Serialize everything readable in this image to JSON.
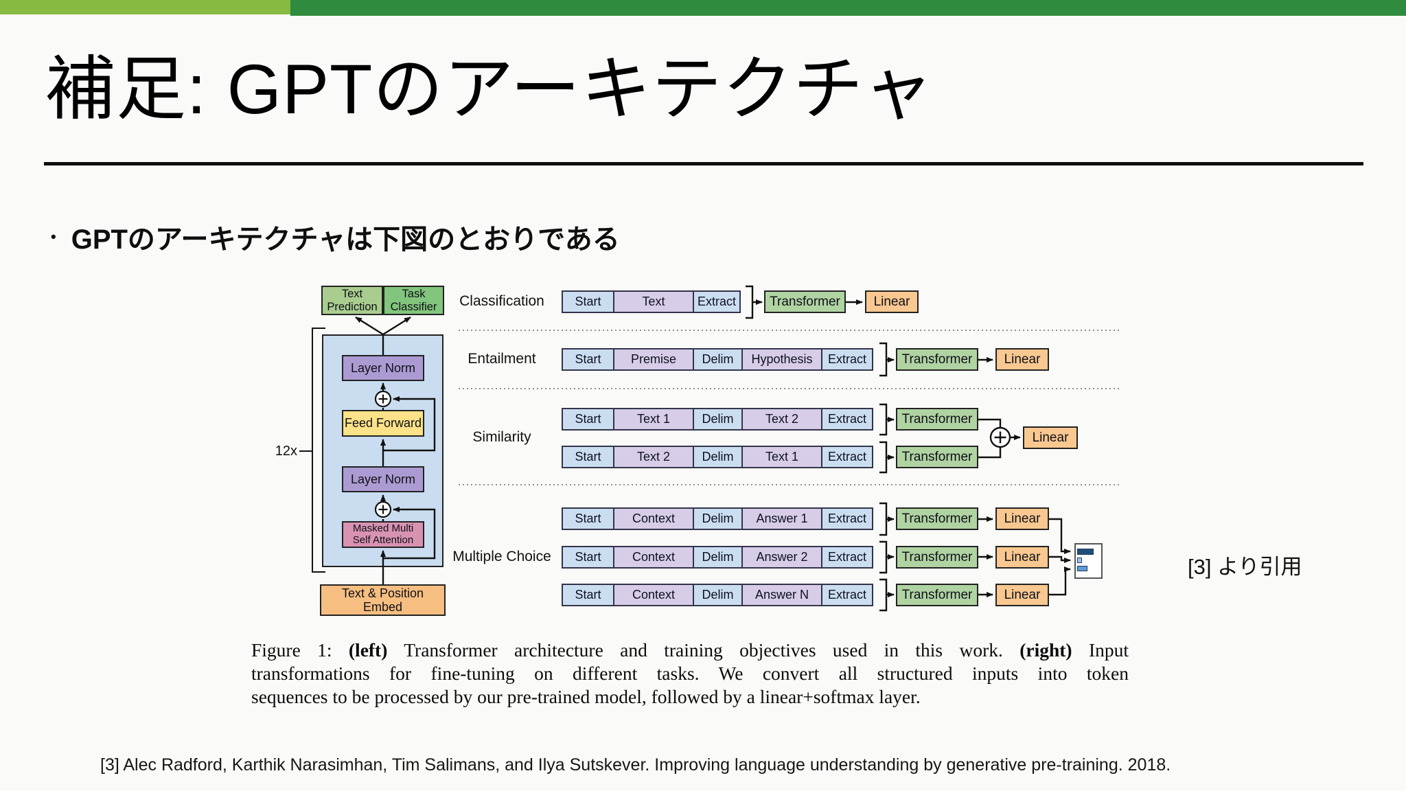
{
  "header": {
    "title": "補足: GPTのアーキテクチャ"
  },
  "bullet": {
    "marker": "•",
    "text": "GPTのアーキテクチャは下図のとおりである"
  },
  "colors": {
    "accent_bar_light_green": "#86BA40",
    "accent_bar_dark_green": "#2F8B3E",
    "text_prediction_green": "#A9CD8E",
    "task_classifier_green": "#82C57C",
    "layer_norm_purple": "#AC9BD2",
    "feed_forward_yellow": "#FBE187",
    "masked_attention_pink": "#D892B2",
    "embed_orange": "#F6BE80",
    "block_container_blue": "#C9DCF0",
    "token_blue": "#CBDEF1",
    "token_lavender": "#D7CDE8",
    "transformer_green": "#B0D3A2",
    "linear_orange": "#F8C890",
    "prob_bar_dark": "#1F4E79",
    "prob_bar_light": "#9CC3E6",
    "prob_bar_mid": "#5B9BD5"
  },
  "diagram": {
    "left": {
      "repeat_label": "12x",
      "text_prediction": "Text Prediction",
      "task_classifier": "Task Classifier",
      "layer_norm_top": "Layer Norm",
      "feed_forward": "Feed Forward",
      "layer_norm_bottom": "Layer Norm",
      "masked_attention": "Masked Multi Self Attention",
      "embed": "Text & Position Embed"
    },
    "tasks": {
      "classification": {
        "label": "Classification",
        "tokens": [
          "Start",
          "Text",
          "Extract"
        ],
        "transformer": "Transformer",
        "linear": "Linear"
      },
      "entailment": {
        "label": "Entailment",
        "tokens": [
          "Start",
          "Premise",
          "Delim",
          "Hypothesis",
          "Extract"
        ],
        "transformer": "Transformer",
        "linear": "Linear"
      },
      "similarity": {
        "label": "Similarity",
        "row1": [
          "Start",
          "Text 1",
          "Delim",
          "Text 2",
          "Extract"
        ],
        "row2": [
          "Start",
          "Text 2",
          "Delim",
          "Text 1",
          "Extract"
        ],
        "transformer1": "Transformer",
        "transformer2": "Transformer",
        "linear": "Linear"
      },
      "multiple_choice": {
        "label": "Multiple Choice",
        "row1": [
          "Start",
          "Context",
          "Delim",
          "Answer 1",
          "Extract"
        ],
        "row2": [
          "Start",
          "Context",
          "Delim",
          "Answer 2",
          "Extract"
        ],
        "row3": [
          "Start",
          "Context",
          "Delim",
          "Answer N",
          "Extract"
        ],
        "transformer": "Transformer",
        "linear": "Linear"
      }
    }
  },
  "caption": {
    "line1_pre": "Figure 1: ",
    "line1_bold1": "(left)",
    "line1_mid": " Transformer architecture and training objectives used in this work. ",
    "line1_bold2": "(right)",
    "line1_end": " Input",
    "line2": "transformations for fine-tuning on different tasks.  We convert all structured inputs into token",
    "line3": "sequences to be processed by our pre-trained model, followed by a linear+softmax layer."
  },
  "citation_note": "[3] より引用",
  "reference": "[3] Alec Radford, Karthik Narasimhan, Tim Salimans, and Ilya Sutskever. Improving language understanding by generative pre-training. 2018."
}
